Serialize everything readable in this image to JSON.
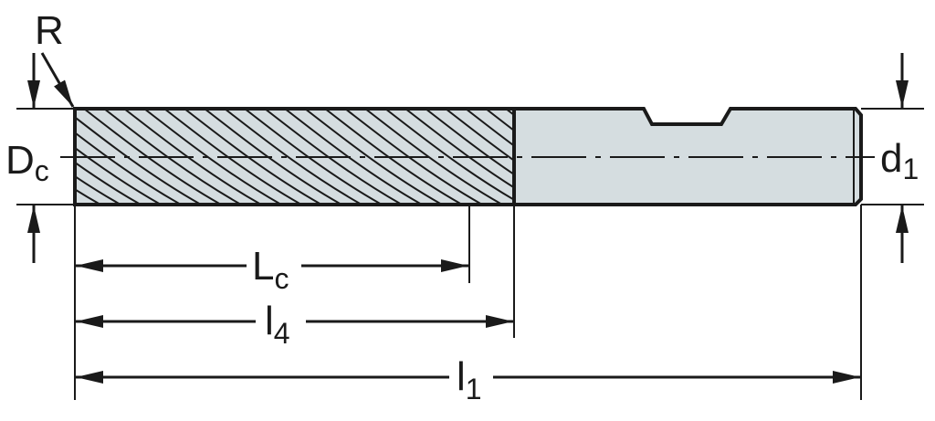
{
  "labels": {
    "radius": "R",
    "cutting_diameter": {
      "main": "D",
      "sub": "c"
    },
    "shank_diameter": {
      "main": "d",
      "sub": "1"
    },
    "cutting_length": {
      "main": "L",
      "sub": "c"
    },
    "usable_length": {
      "main": "l",
      "sub": "4"
    },
    "overall_length": {
      "main": "l",
      "sub": "1"
    }
  },
  "colors": {
    "line": "#1a1a1a",
    "body_fill": "#d5dde0"
  }
}
